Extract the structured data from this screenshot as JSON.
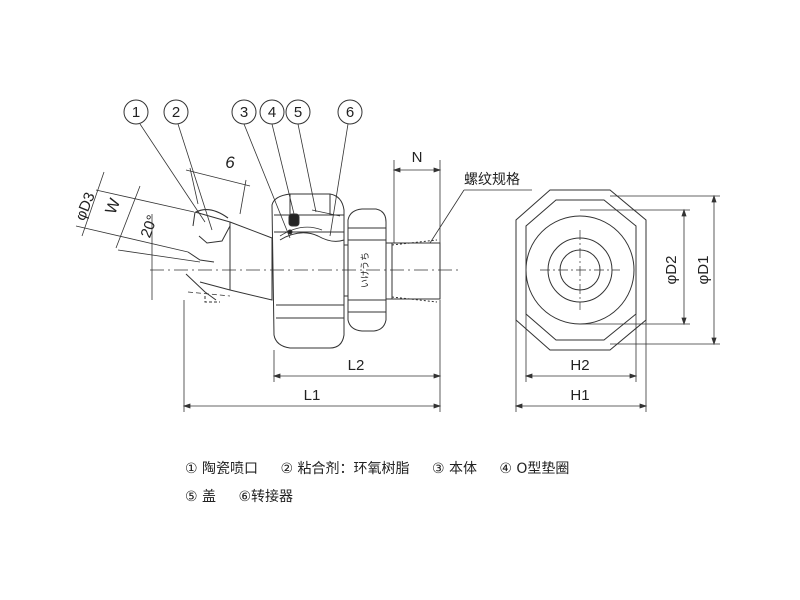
{
  "callouts": [
    "1",
    "2",
    "3",
    "4",
    "5",
    "6"
  ],
  "dimensions": {
    "d3": "φD3",
    "w": "W",
    "angle": "20°",
    "six": "6",
    "n": "N",
    "l1": "L1",
    "l2": "L2",
    "h1": "H1",
    "h2": "H2",
    "d1": "φD1",
    "d2": "φD2"
  },
  "thread_label": "螺纹规格",
  "body_marking": "いけうち",
  "legend": {
    "row1": [
      "① 陶瓷喷口",
      "② 粘合剂：环氧树脂",
      "③ 本体",
      "④ O型垫圈"
    ],
    "row2": [
      "⑤ 盖",
      "⑥转接器"
    ]
  },
  "colors": {
    "line": "#333333",
    "hatch": "#666666"
  }
}
